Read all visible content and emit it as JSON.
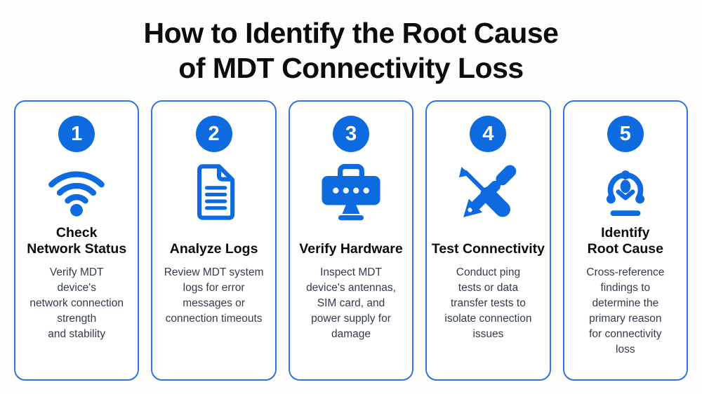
{
  "title_lines": [
    "How to Identify the Root Cause",
    "of MDT Connectivity Loss"
  ],
  "colors": {
    "accent": "#0d6bdf",
    "card-border": "#3273dc",
    "heading": "#0c0c0d",
    "body-text": "#333b4b",
    "bg": "#fdfdfc"
  },
  "cards": [
    {
      "number": "1",
      "icon": "wifi-icon",
      "title": [
        "Check",
        "Network Status"
      ],
      "description": [
        "Verify MDT",
        "device's",
        "network connection",
        "strength",
        "and stability"
      ]
    },
    {
      "number": "2",
      "icon": "document-icon",
      "title": [
        "Analyze Logs"
      ],
      "description": [
        "Review MDT system",
        "logs for error",
        "messages or",
        "connection timeouts"
      ]
    },
    {
      "number": "3",
      "icon": "hardware-icon",
      "title": [
        "Verify Hardware"
      ],
      "description": [
        "Inspect MDT",
        "device's antennas,",
        "SIM card, and",
        "power supply for",
        "damage"
      ]
    },
    {
      "number": "4",
      "icon": "tools-icon",
      "title": [
        "Test Connectivity"
      ],
      "description": [
        "Conduct ping",
        "tests or data",
        "transfer tests to",
        "isolate connection",
        "issues"
      ]
    },
    {
      "number": "5",
      "icon": "root-cause-icon",
      "title": [
        "Identify",
        "Root Cause"
      ],
      "description": [
        "Cross-reference",
        "findings to",
        "determine the",
        "primary reason",
        "for connectivity",
        "loss"
      ]
    }
  ]
}
